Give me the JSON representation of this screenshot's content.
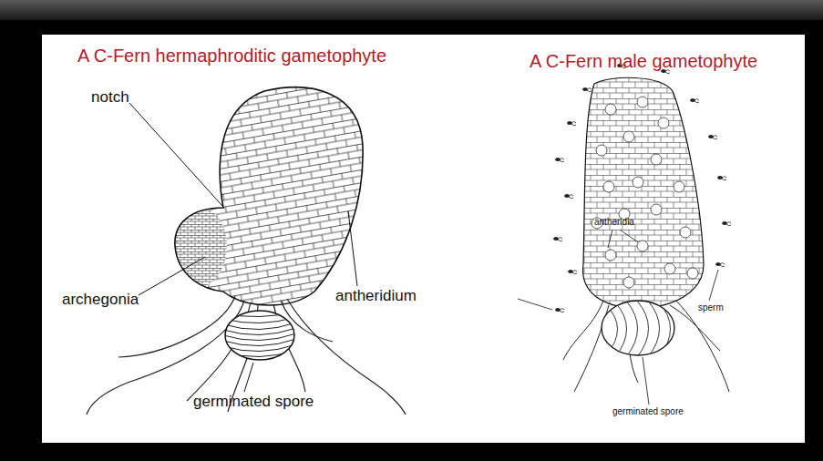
{
  "diagram": {
    "labels": [
      "A C-Fern hermaphroditic gametophyte",
      "A C-Fern male gametophyte",
      "notch",
      "archegonia",
      "antheridium",
      "germinated spore",
      "antheridia",
      "sperm",
      "germinated spore"
    ]
  }
}
